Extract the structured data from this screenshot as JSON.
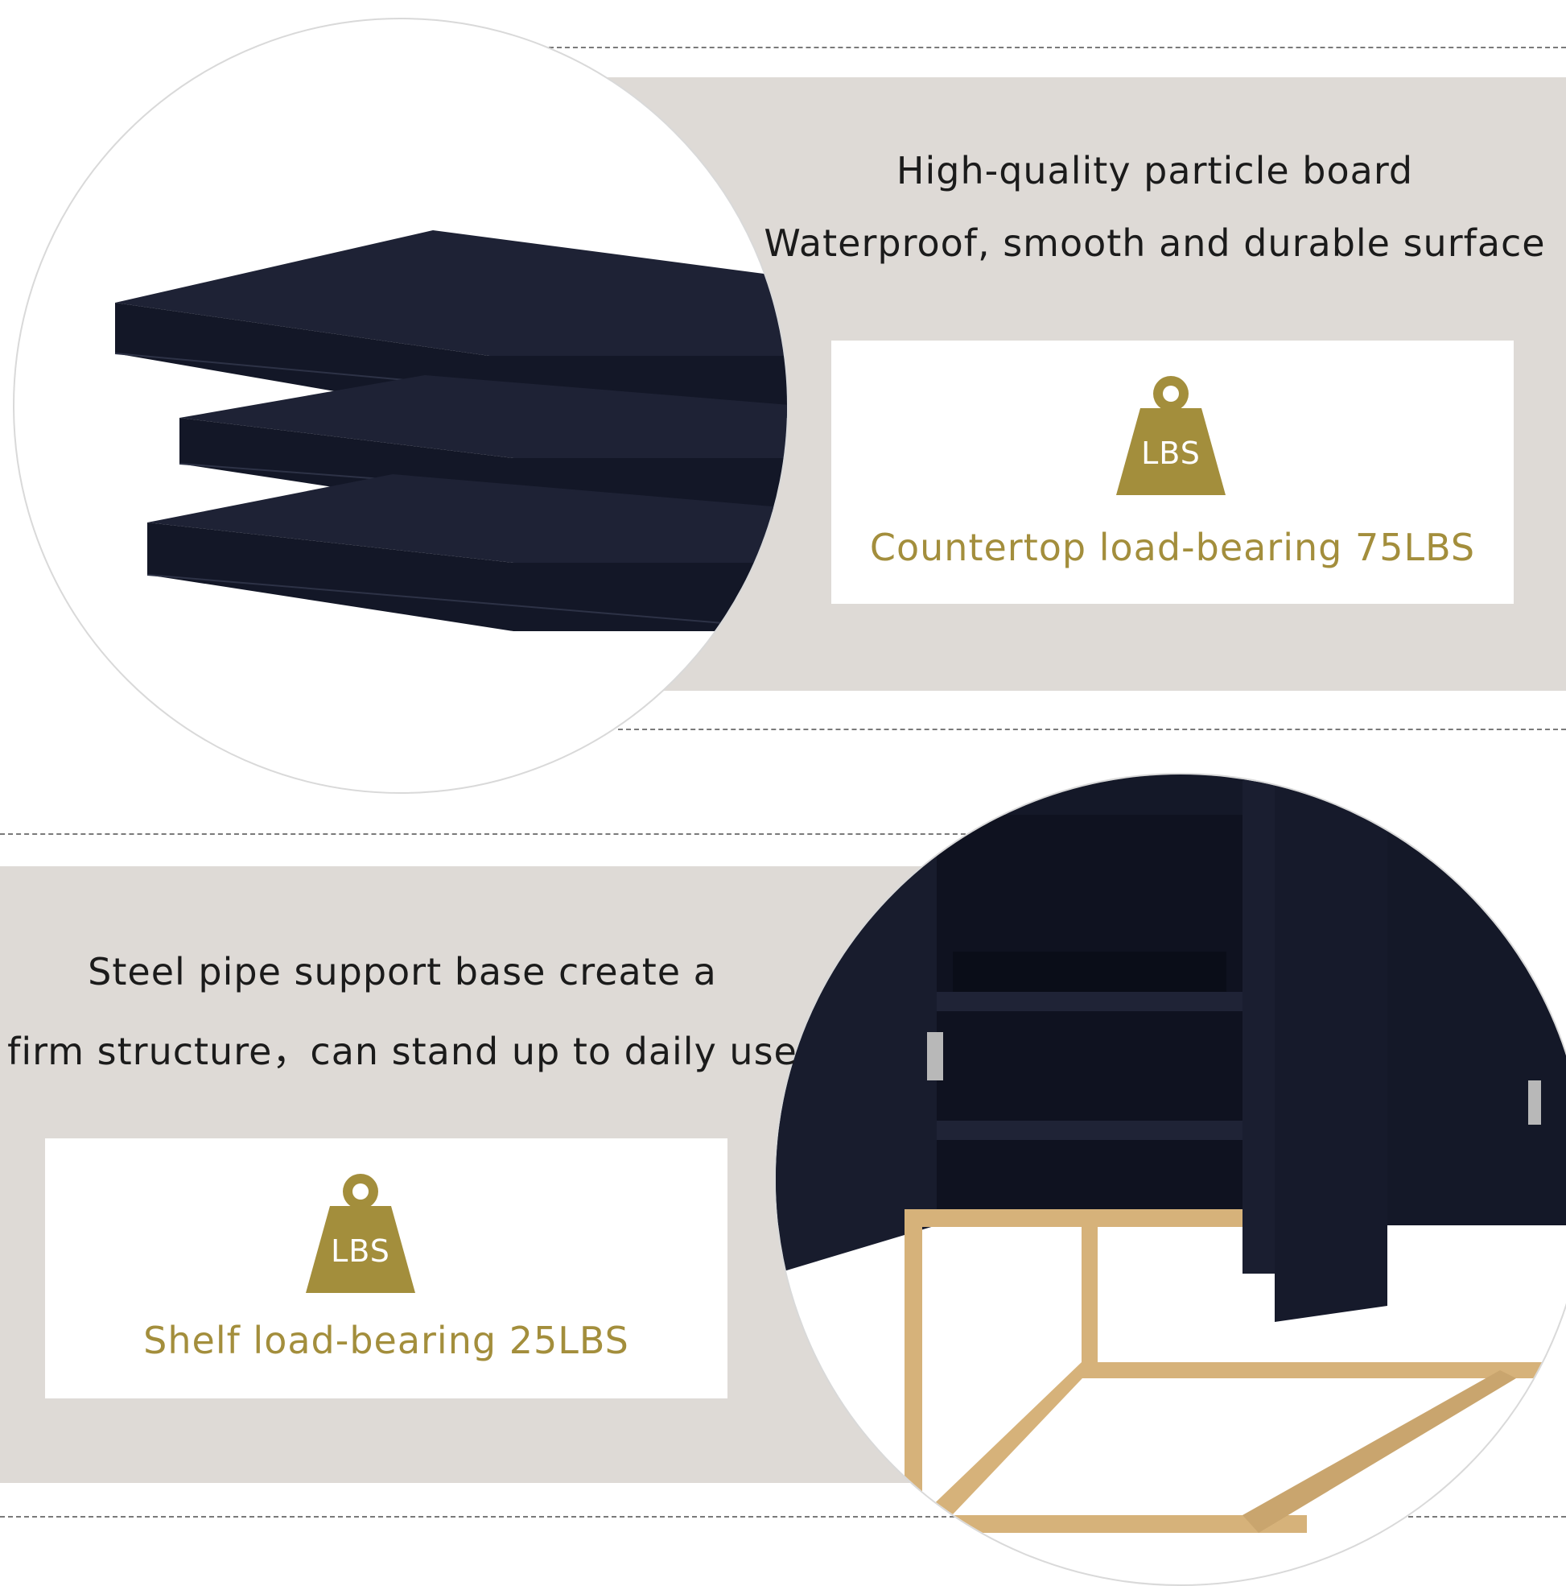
{
  "colors": {
    "band": "#dedad6",
    "board": "#161a2a",
    "gold": "#a38e3c",
    "frame_gold": "#d6b27a",
    "text_dark": "#1b1b1b"
  },
  "section_top": {
    "heading_line1": "High-quality particle board",
    "heading_line2": "Waterproof, smooth and durable surface",
    "badge_icon": "weight-lbs-icon",
    "badge_text": "LBS",
    "load_label": "Countertop load-bearing 75LBS"
  },
  "section_bottom": {
    "heading_line1": "Steel pipe support base create a",
    "heading_line2": "firm structure，can stand up to daily use",
    "badge_icon": "weight-lbs-icon",
    "badge_text": "LBS",
    "load_label": "Shelf load-bearing 25LBS"
  }
}
